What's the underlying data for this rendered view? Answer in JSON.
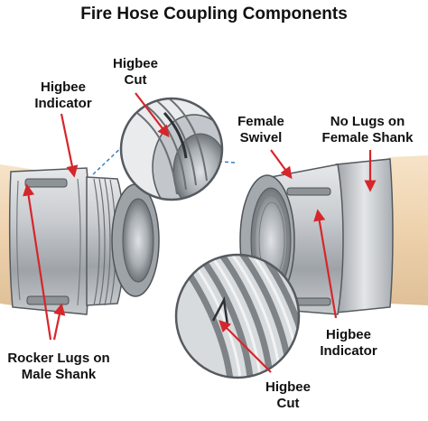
{
  "title": "Fire Hose Coupling Components",
  "labels": {
    "higbee_cut_top": [
      "Higbee",
      "Cut"
    ],
    "higbee_indicator_left": [
      "Higbee",
      "Indicator"
    ],
    "female_swivel": [
      "Female",
      "Swivel"
    ],
    "no_lugs": [
      "No Lugs on",
      "Female Shank"
    ],
    "rocker_lugs": [
      "Rocker Lugs on",
      "Male Shank"
    ],
    "higbee_indicator_right": [
      "Higbee",
      "Indicator"
    ],
    "higbee_cut_bottom": [
      "Higbee",
      "Cut"
    ]
  },
  "colors": {
    "arrow": "#d6262b",
    "hose": "#f0d6b4",
    "metal": "#b8bcc0",
    "dashed": "#3a7fc0"
  }
}
